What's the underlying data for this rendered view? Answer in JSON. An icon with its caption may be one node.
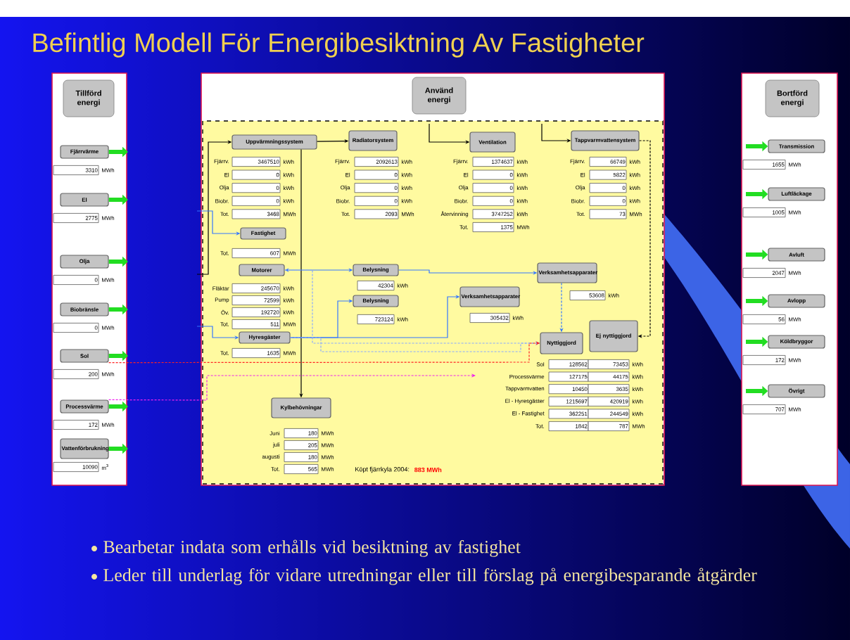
{
  "diagram": {
    "title": "Befintlig Modell För Energibesiktning Av Fastigheter",
    "nodes": [
      {
        "text": [
          "Tillförd energi"
        ]
      },
      {
        "text": [
          "Fjärrvärme"
        ],
        "in": 0,
        "beside": [
          "3310",
          "MWh"
        ]
      },
      {
        "text": [
          "El"
        ],
        "in": 0,
        "beside": [
          "2775",
          "MWh"
        ]
      },
      {
        "text": [
          "Olja"
        ],
        "in": 0,
        "beside": [
          "0",
          "MWh"
        ]
      },
      {
        "text": [
          "Biobränsle"
        ],
        "in": 0,
        "beside": [
          "0",
          "MWh"
        ]
      },
      {
        "text": [
          "Sol"
        ],
        "in": 0,
        "beside": [
          "200",
          "MWh"
        ]
      },
      {
        "text": [
          "Processvärme"
        ],
        "in": 0,
        "beside": [
          "172",
          "MWh"
        ]
      },
      {
        "text": [
          "Vattenförbrukning"
        ],
        "in": 0,
        "beside": [
          "10090",
          "m$^{3}$"
        ]
      },
      {
        "text": [
          "Använd energi"
        ]
      },
      {
        "text": [
          "Uppvärmningssystem"
        ],
        "in": 8,
        "beside": [
          "Fjärrv.",
          "3467510",
          "kWh",
          "El",
          "0",
          "kWh",
          "Olja",
          "0",
          "kWh",
          "Biobr.",
          "0",
          "kWh",
          "Tot.",
          "3468",
          "MWh"
        ]
      },
      {
        "text": [
          "Radiatorsystem"
        ],
        "in": 8,
        "beside": [
          "Fjärrv.",
          "2092613",
          "kWh",
          "El",
          "0",
          "kWh",
          "Olja",
          "0",
          "kWh",
          "Biobr.",
          "0",
          "kWh",
          "Tot.",
          "2093",
          "MWh"
        ]
      },
      {
        "text": [
          "Ventilation"
        ],
        "in": 8,
        "beside": [
          "Fjärrv.",
          "1374637",
          "kWh",
          "El",
          "0",
          "kWh",
          "Olja",
          "0",
          "kWh",
          "Biobr.",
          "0",
          "kWh",
          "Återvinning",
          "3747252",
          "kWh",
          "Tot.",
          "1375",
          "MWh"
        ]
      },
      {
        "text": [
          "Tappvarmvattensystem"
        ],
        "in": 8,
        "beside": [
          "Fjärrv.",
          "66749",
          "kWh",
          "El",
          "5822",
          "kWh",
          "Olja",
          "0",
          "kWh",
          "Biobr.",
          "0",
          "kWh",
          "Tot.",
          "73",
          "MWh"
        ]
      },
      {
        "text": [
          "Fastighet"
        ],
        "in": 8,
        "beside": [
          "Tot.",
          "607",
          "MWh"
        ]
      },
      {
        "text": [
          "Motorer"
        ],
        "in": 8,
        "beside": [
          "Fläktar",
          "245670",
          "kWh",
          "Pump",
          "72599",
          "kWh",
          "Öv.",
          "192720",
          "kWh",
          "Tot.",
          "511",
          "MWh"
        ]
      },
      {
        "text": [
          "Belysning"
        ],
        "in": 8,
        "beside": [
          "42304",
          "kWh"
        ]
      },
      {
        "text": [
          "Verksamhetsapparater"
        ],
        "in": 8,
        "beside": [
          "53608",
          "kWh"
        ]
      },
      {
        "text": [
          "Belysning"
        ],
        "in": 8,
        "beside": [
          "723124",
          "kWh"
        ]
      },
      {
        "text": [
          "Verksamhetsapparater"
        ],
        "in": 8,
        "beside": [
          "305432",
          "kWh"
        ]
      },
      {
        "text": [
          "Hyresgäster"
        ],
        "in": 8,
        "beside": [
          "Tot.",
          "1635",
          "MWh"
        ]
      },
      {
        "text": [
          "Nyttiggjord"
        ],
        "in": 8,
        "beside": [
          "Sol",
          "128562",
          "73453",
          "kWh",
          "Processvärme",
          "127175",
          "44175",
          "kWh",
          "Tappvarmvatten",
          "10450",
          "3635",
          "kWh",
          "El - Hyresgäster",
          "1215697",
          "420919",
          "kWh",
          "El - Fastighet",
          "362251",
          "244549",
          "kWh",
          "Tot.",
          "1842",
          "787",
          "MWh"
        ]
      },
      {
        "text": [
          "Ej nyttiggjord"
        ],
        "in": 8
      },
      {
        "text": [
          "Kylbehövningar"
        ],
        "in": 8,
        "beside": [
          "Juni",
          "180",
          "MWh",
          "juli",
          "205",
          "MWh",
          "augusti",
          "180",
          "MWh",
          "Tot.",
          "565",
          "MWh"
        ]
      },
      {
        "text": [
          "Bortförd energi"
        ]
      },
      {
        "text": [
          "Transmission"
        ],
        "in": 23,
        "beside": [
          "1655",
          "MWh"
        ]
      },
      {
        "text": [
          "Luftläckage"
        ],
        "in": 23,
        "beside": [
          "1005",
          "MWh"
        ]
      },
      {
        "text": [
          "Avluft"
        ],
        "in": 23,
        "beside": [
          "2047",
          "MWh"
        ]
      },
      {
        "text": [
          "Avlopp"
        ],
        "in": 23,
        "beside": [
          "56",
          "MWh"
        ]
      },
      {
        "text": [
          "Köldbryggor"
        ],
        "in": 23,
        "beside": [
          "172",
          "MWh"
        ]
      },
      {
        "text": [
          "Övrigt"
        ],
        "in": 23,
        "beside": [
          "707",
          "MWh"
        ]
      }
    ],
    "edges": [
      {
        "from": 1,
        "to": null,
        "arrow": "to",
        "style": "thick",
        "color": "#22dd22"
      },
      {
        "from": 2,
        "to": null,
        "arrow": "to",
        "style": "thick",
        "color": "#22dd22"
      },
      {
        "from": 3,
        "to": null,
        "arrow": "to",
        "style": "thick",
        "color": "#22dd22"
      },
      {
        "from": 4,
        "to": null,
        "arrow": "to",
        "style": "thick",
        "color": "#22dd22"
      },
      {
        "from": 5,
        "to": null,
        "arrow": "to",
        "style": "thick",
        "color": "#22dd22"
      },
      {
        "from": 6,
        "to": null,
        "arrow": "to",
        "style": "thick",
        "color": "#22dd22"
      },
      {
        "from": 7,
        "to": null,
        "arrow": "to",
        "style": "thick",
        "color": "#22dd22"
      },
      {
        "from": null,
        "to": 24,
        "arrow": "to",
        "style": "thick",
        "color": "#22dd22"
      },
      {
        "from": null,
        "to": 25,
        "arrow": "to",
        "style": "thick",
        "color": "#22dd22"
      },
      {
        "from": null,
        "to": 26,
        "arrow": "to",
        "style": "thick",
        "color": "#22dd22"
      },
      {
        "from": null,
        "to": 27,
        "arrow": "to",
        "style": "thick",
        "color": "#22dd22"
      },
      {
        "from": null,
        "to": 28,
        "arrow": "to",
        "style": "thick",
        "color": "#22dd22"
      },
      {
        "from": null,
        "to": 29,
        "arrow": "to",
        "style": "thick",
        "color": "#22dd22"
      },
      {
        "from": null,
        "to": 9,
        "arrow": "to",
        "color": "#000000"
      },
      {
        "from": 9,
        "to": 10,
        "arrow": "to",
        "color": "#000000"
      },
      {
        "from": null,
        "to": 11,
        "arrow": "to",
        "color": "#000000"
      },
      {
        "from": null,
        "to": 12,
        "arrow": "to",
        "color": "#000000"
      },
      {
        "from": 12,
        "to": 21,
        "arrow": "to",
        "style": "dashed",
        "color": "#000000"
      },
      {
        "from": 9,
        "to": 22,
        "arrow": "to",
        "color": "#000000"
      },
      {
        "from": null,
        "to": 13,
        "arrow": "to",
        "color": "#3377ff"
      },
      {
        "from": 14,
        "to": 15,
        "arrow": "both",
        "color": "#3377ff"
      },
      {
        "from": 15,
        "to": 16,
        "arrow": "to",
        "color": "#3377ff"
      },
      {
        "from": null,
        "to": 19,
        "arrow": "to",
        "color": "#3377ff"
      },
      {
        "from": 19,
        "to": 17,
        "arrow": "to",
        "color": "#3377ff"
      },
      {
        "from": 19,
        "to": 18,
        "arrow": "to",
        "color": "#3377ff"
      },
      {
        "from": 16,
        "to": 20,
        "arrow": "to",
        "style": "dashed",
        "color": "#3377ff"
      },
      {
        "from": 14,
        "to": 20,
        "arrow": "to",
        "style": "dashed",
        "color": "#88aaff"
      },
      {
        "from": 19,
        "to": 20,
        "arrow": "to",
        "style": "dashed",
        "color": "#88aaff"
      },
      {
        "from": 5,
        "to": 20,
        "arrow": "to",
        "style": "dashed",
        "color": "#ff2222"
      },
      {
        "from": 6,
        "to": null,
        "arrow": "to",
        "style": "dashed",
        "color": "#ee22ee"
      }
    ],
    "labels": [
      "Köpt fjärrkyla 2004:",
      "883 MWh",
      "Bearbetar indata som erhålls vid besiktning av fastighet",
      "Leder till underlag för vidare utredningar eller till förslag på energibesparande åtgärder"
    ]
  }
}
